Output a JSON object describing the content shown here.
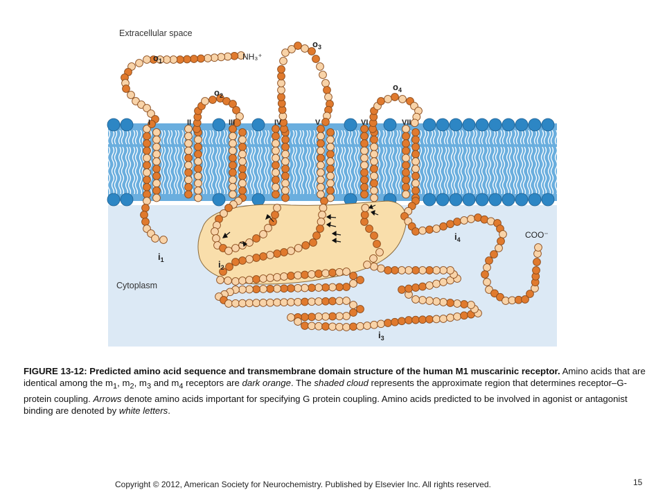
{
  "figure": {
    "region_labels": {
      "extracellular": "Extracellular space",
      "cytoplasm": "Cytoplasm",
      "n_terminus": "NH₃⁺",
      "c_terminus": "COO⁻"
    },
    "loop_labels": [
      "o1",
      "o2",
      "o3",
      "o4",
      "i1",
      "i2",
      "i3",
      "i4"
    ],
    "helix_labels": [
      "I",
      "II",
      "III",
      "IV",
      "V",
      "VI",
      "VII"
    ],
    "colors": {
      "dark_residue": "#e07a2e",
      "light_residue": "#f8d3a8",
      "membrane": "#6aaede",
      "head_group": "#2d86c4",
      "cloud": "#f9deab",
      "cytoplasm": "#dce9f5"
    }
  },
  "caption": {
    "title": "FIGURE 13-12: Predicted amino acid sequence and transmembrane domain structure of the human M1 muscarinic receptor.",
    "s1": "Amino acids that are identical among the m",
    "s2": ", m",
    "s3": ", m",
    "s4": " and m",
    "s5": " receptors are ",
    "s6": "dark orange",
    "s7": ". The ",
    "s8": "shaded cloud",
    "s9": " represents the approximate region that determines receptor–G-protein coupling. ",
    "s10": "Arrows",
    "s11": " denote amino acids important for specifying G protein coupling. Amino acids predicted to be involved in agonist or antagonist binding are denoted by ",
    "s12": "white letters",
    "s13": ".",
    "sub1": "1",
    "sub2": "2",
    "sub3": "3",
    "sub4": "4"
  },
  "footer": {
    "copyright": "Copyright © 2012,  American Society for Neurochemistry. Published by Elsevier Inc. All rights reserved.",
    "page_number": "15"
  }
}
